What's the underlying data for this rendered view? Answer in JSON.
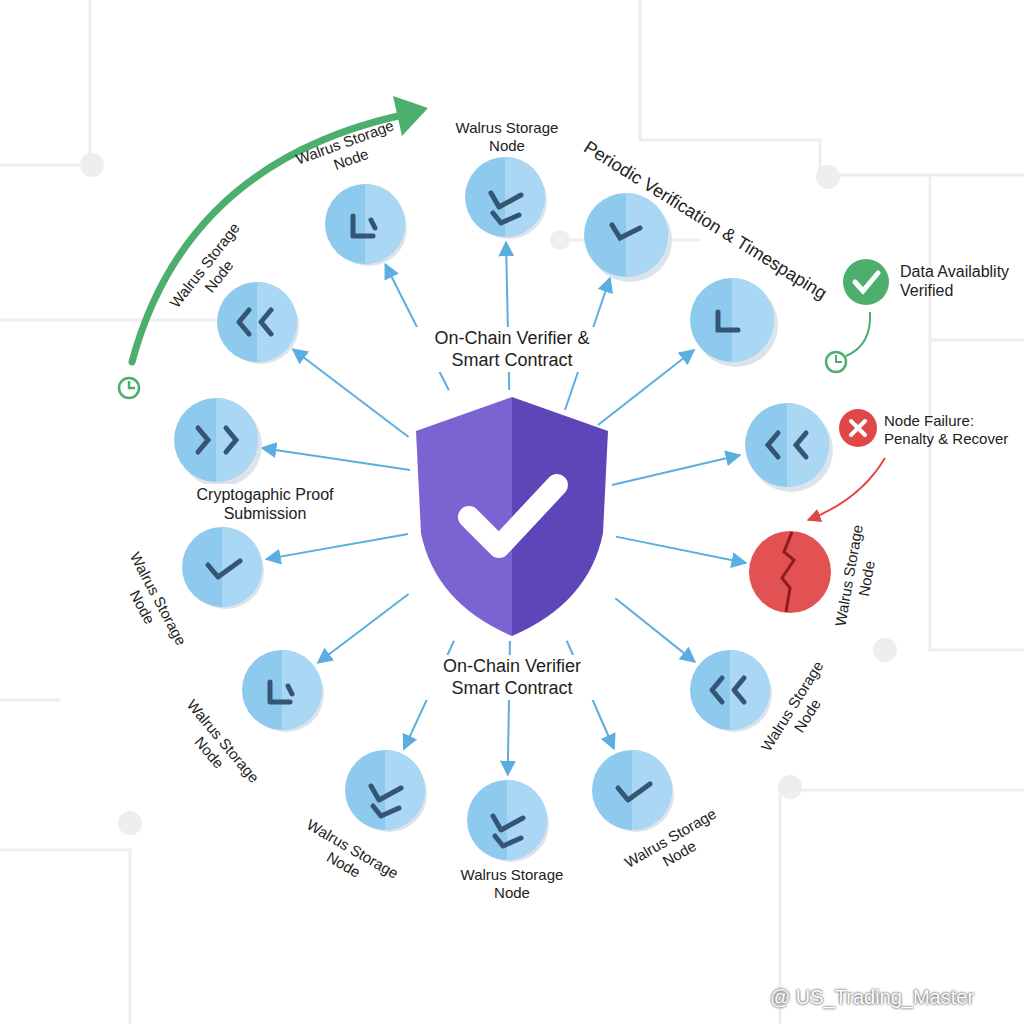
{
  "diagram": {
    "nodes": [
      {
        "text": [
          "Walrus Storage Node"
        ]
      },
      {
        "text": [
          "Walrus Storage Node"
        ]
      },
      {
        "text": [
          "Walrus Storage Node"
        ]
      },
      {
        "text": [
          "On-Chain Verifier & Smart Contract",
          "On-Chain Verifier Smart Contract"
        ]
      },
      {
        "text": [
          "Walrus Storage Node"
        ]
      },
      {
        "text": [
          "Walrus Storage Node"
        ]
      },
      {
        "text": [
          "Walrus Storage Node"
        ]
      },
      {
        "text": [
          "Walrus Storage Node"
        ]
      },
      {
        "text": [
          "Walrus Storage Node"
        ]
      },
      {
        "text": [
          "Walrus Storage Node"
        ]
      },
      {
        "text": [
          "Walrus Storage Node"
        ]
      }
    ],
    "edges": [
      {
        "from": 3,
        "to": 0,
        "arrow": "to"
      },
      {
        "from": 3,
        "to": 1,
        "arrow": "to"
      },
      {
        "from": 3,
        "to": 2,
        "arrow": "to"
      },
      {
        "from": 3,
        "to": 4,
        "arrow": "to"
      },
      {
        "from": 3,
        "to": 5,
        "arrow": "to"
      },
      {
        "from": 3,
        "to": 6,
        "arrow": "to"
      },
      {
        "from": 3,
        "to": 7,
        "arrow": "to"
      },
      {
        "from": 3,
        "to": 8,
        "arrow": "to"
      },
      {
        "from": 3,
        "to": 9,
        "arrow": "to"
      },
      {
        "from": 3,
        "to": 10,
        "arrow": "to"
      }
    ],
    "labels": [
      "Periodic Verification & Timespaping",
      "Data Availablity Verified",
      "Node Failure: Penalty & Recover",
      "Cryptogaphic Proof Submission",
      "@ US_Trading_Master"
    ]
  }
}
